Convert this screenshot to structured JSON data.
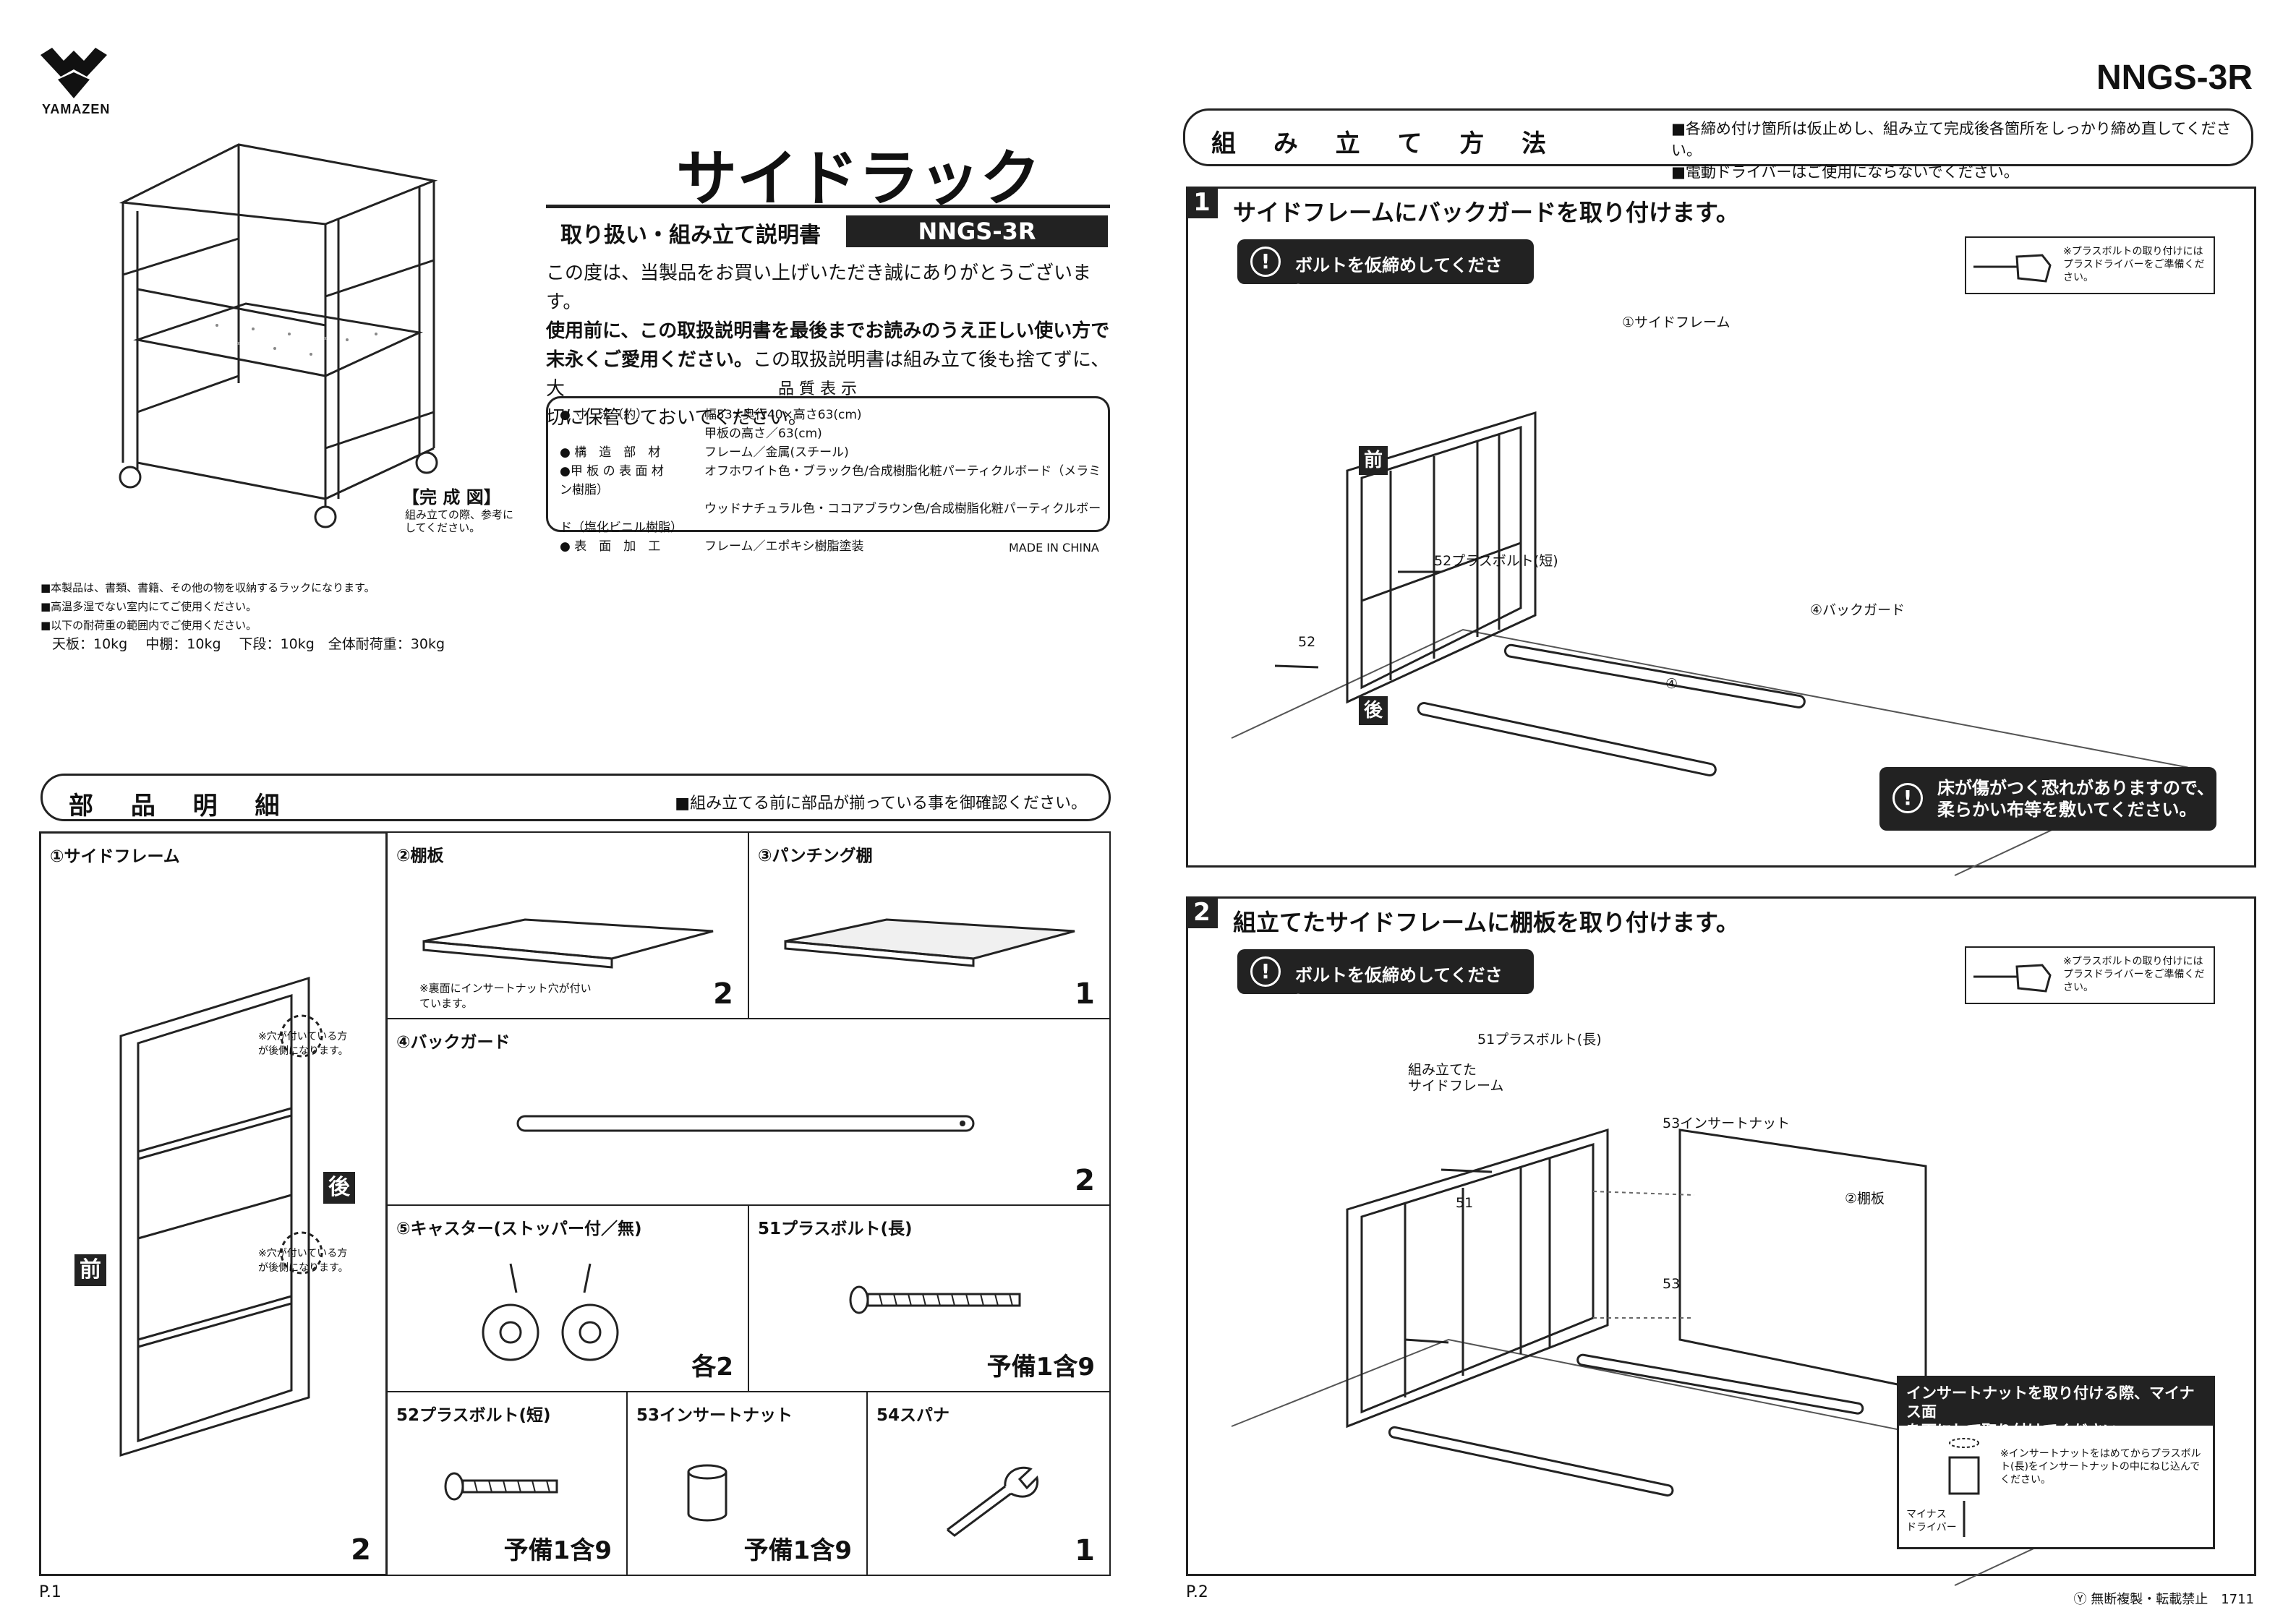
{
  "brand": {
    "name": "YAMAZEN"
  },
  "model_top": "NNGS-3R",
  "cover": {
    "title": "サイドラック",
    "subtitle": "取り扱い・組み立て説明書",
    "model": "NNGS-3R",
    "intro_1": "この度は、当製品をお買い上げいただき誠にありがとうございます。",
    "intro_2": "使用前に、この取扱説明書を最後までお読みのうえ正しい使い方で",
    "intro_3a": "末永くご愛用ください。",
    "intro_3b": "この取扱説明書は組み立て後も捨てずに、大",
    "intro_4": "切に保管しておいてください。",
    "quality_title": "品 質 表 示",
    "quality": [
      {
        "k": "● 寸　法（約）",
        "v": "幅53×奥行40×高さ63(cm)"
      },
      {
        "k": "",
        "v": "甲板の高さ／63(cm)"
      },
      {
        "k": "● 構　造　部　材",
        "v": "フレーム／金属(スチール)"
      },
      {
        "k": "●甲 板 の 表 面 材",
        "v": "オフホワイト色・ブラック色/合成樹脂化粧パーティクルボード（メラミン樹脂）"
      },
      {
        "k": "",
        "v": "ウッドナチュラル色・ココアブラウン色/合成樹脂化粧パーティクルボード（塩化ビニル樹脂）"
      },
      {
        "k": "● 表　面　加　工",
        "v": "フレーム／エポキシ樹脂塗装"
      }
    ],
    "made_in": "MADE IN CHINA",
    "complete_label": "【完 成 図】",
    "complete_note": "組み立ての際、参考にしてください。",
    "notes": [
      "■本製品は、書類、書籍、その他の物を収納するラックになります。",
      "■高温多湿でない室内にてご使用ください。",
      "■以下の耐荷重の範囲内でご使用ください。"
    ],
    "load": "天板：10kg　 中棚：10kg　 下段：10kg　全体耐荷重：30kg"
  },
  "parts": {
    "title": "部 品 明 細",
    "note": "■組み立てる前に部品が揃っている事を御確認ください。",
    "items": {
      "p1": {
        "label": "①サイドフレーム",
        "qty": "2",
        "hole_note": "※穴が付いている方が後側になります。",
        "front": "前",
        "back": "後"
      },
      "p2": {
        "label": "②棚板",
        "qty": "2",
        "note": "※裏面にインサートナット穴が付いています。"
      },
      "p3": {
        "label": "③パンチング棚",
        "qty": "1"
      },
      "p4": {
        "label": "④バックガード",
        "qty": "2"
      },
      "p5": {
        "label": "⑤キャスター(ストッパー付／無)",
        "qty": "各2"
      },
      "p51": {
        "label": "51プラスボルト(長)",
        "qty": "予備1含9"
      },
      "p52": {
        "label": "52プラスボルト(短)",
        "qty": "予備1含9"
      },
      "p53": {
        "label": "53インサートナット",
        "qty": "予備1含9"
      },
      "p54": {
        "label": "54スパナ",
        "qty": "1"
      }
    }
  },
  "assembly": {
    "title": "組 み 立 て 方 法",
    "notes": [
      "■各締め付け箇所は仮止めし、組み立て完成後各箇所をしっかり締め直してください。",
      "■電動ドライバーはご使用にならないでください。"
    ],
    "step1": {
      "num": "1",
      "title": "サイドフレームにバックガードを取り付けます。",
      "warn": "ボルトを仮締めしてください。",
      "tip": "※プラスボルトの取り付けにはプラスドライバーをご準備ください。",
      "labels": {
        "side_frame": "①サイドフレーム",
        "bolt_short": "52プラスボルト(短)",
        "backguard": "④バックガード",
        "bolt_num": "52",
        "backguard_num": "④",
        "front": "前",
        "back": "後"
      },
      "caution_1": "床が傷がつく恐れがありますので、",
      "caution_2": "柔らかい布等を敷いてください。"
    },
    "step2": {
      "num": "2",
      "title": "組立てたサイドフレームに棚板を取り付けます。",
      "warn": "ボルトを仮締めしてください。",
      "tip": "※プラスボルトの取り付けにはプラスドライバーをご準備ください。",
      "labels": {
        "bolt_long": "51プラスボルト(長)",
        "assembled": "組み立てた",
        "assembled2": "サイドフレーム",
        "insert_nut": "53インサートナット",
        "shelf": "②棚板",
        "bolt_num": "51",
        "nut_num": "53"
      },
      "nut_title_1": "インサートナットを取り付ける際、マイナス面",
      "nut_title_2": "を下にして取り付けてください。",
      "nut_note": "※インサートナットをはめてからプラスボルト(長)をインサートナットの中にねじ込んでください。",
      "driver": "マイナス ドライバー"
    }
  },
  "footer": {
    "p1": "P.1",
    "p2": "P.2",
    "copyright": "Ⓨ 無断複製・転載禁止　1711"
  }
}
